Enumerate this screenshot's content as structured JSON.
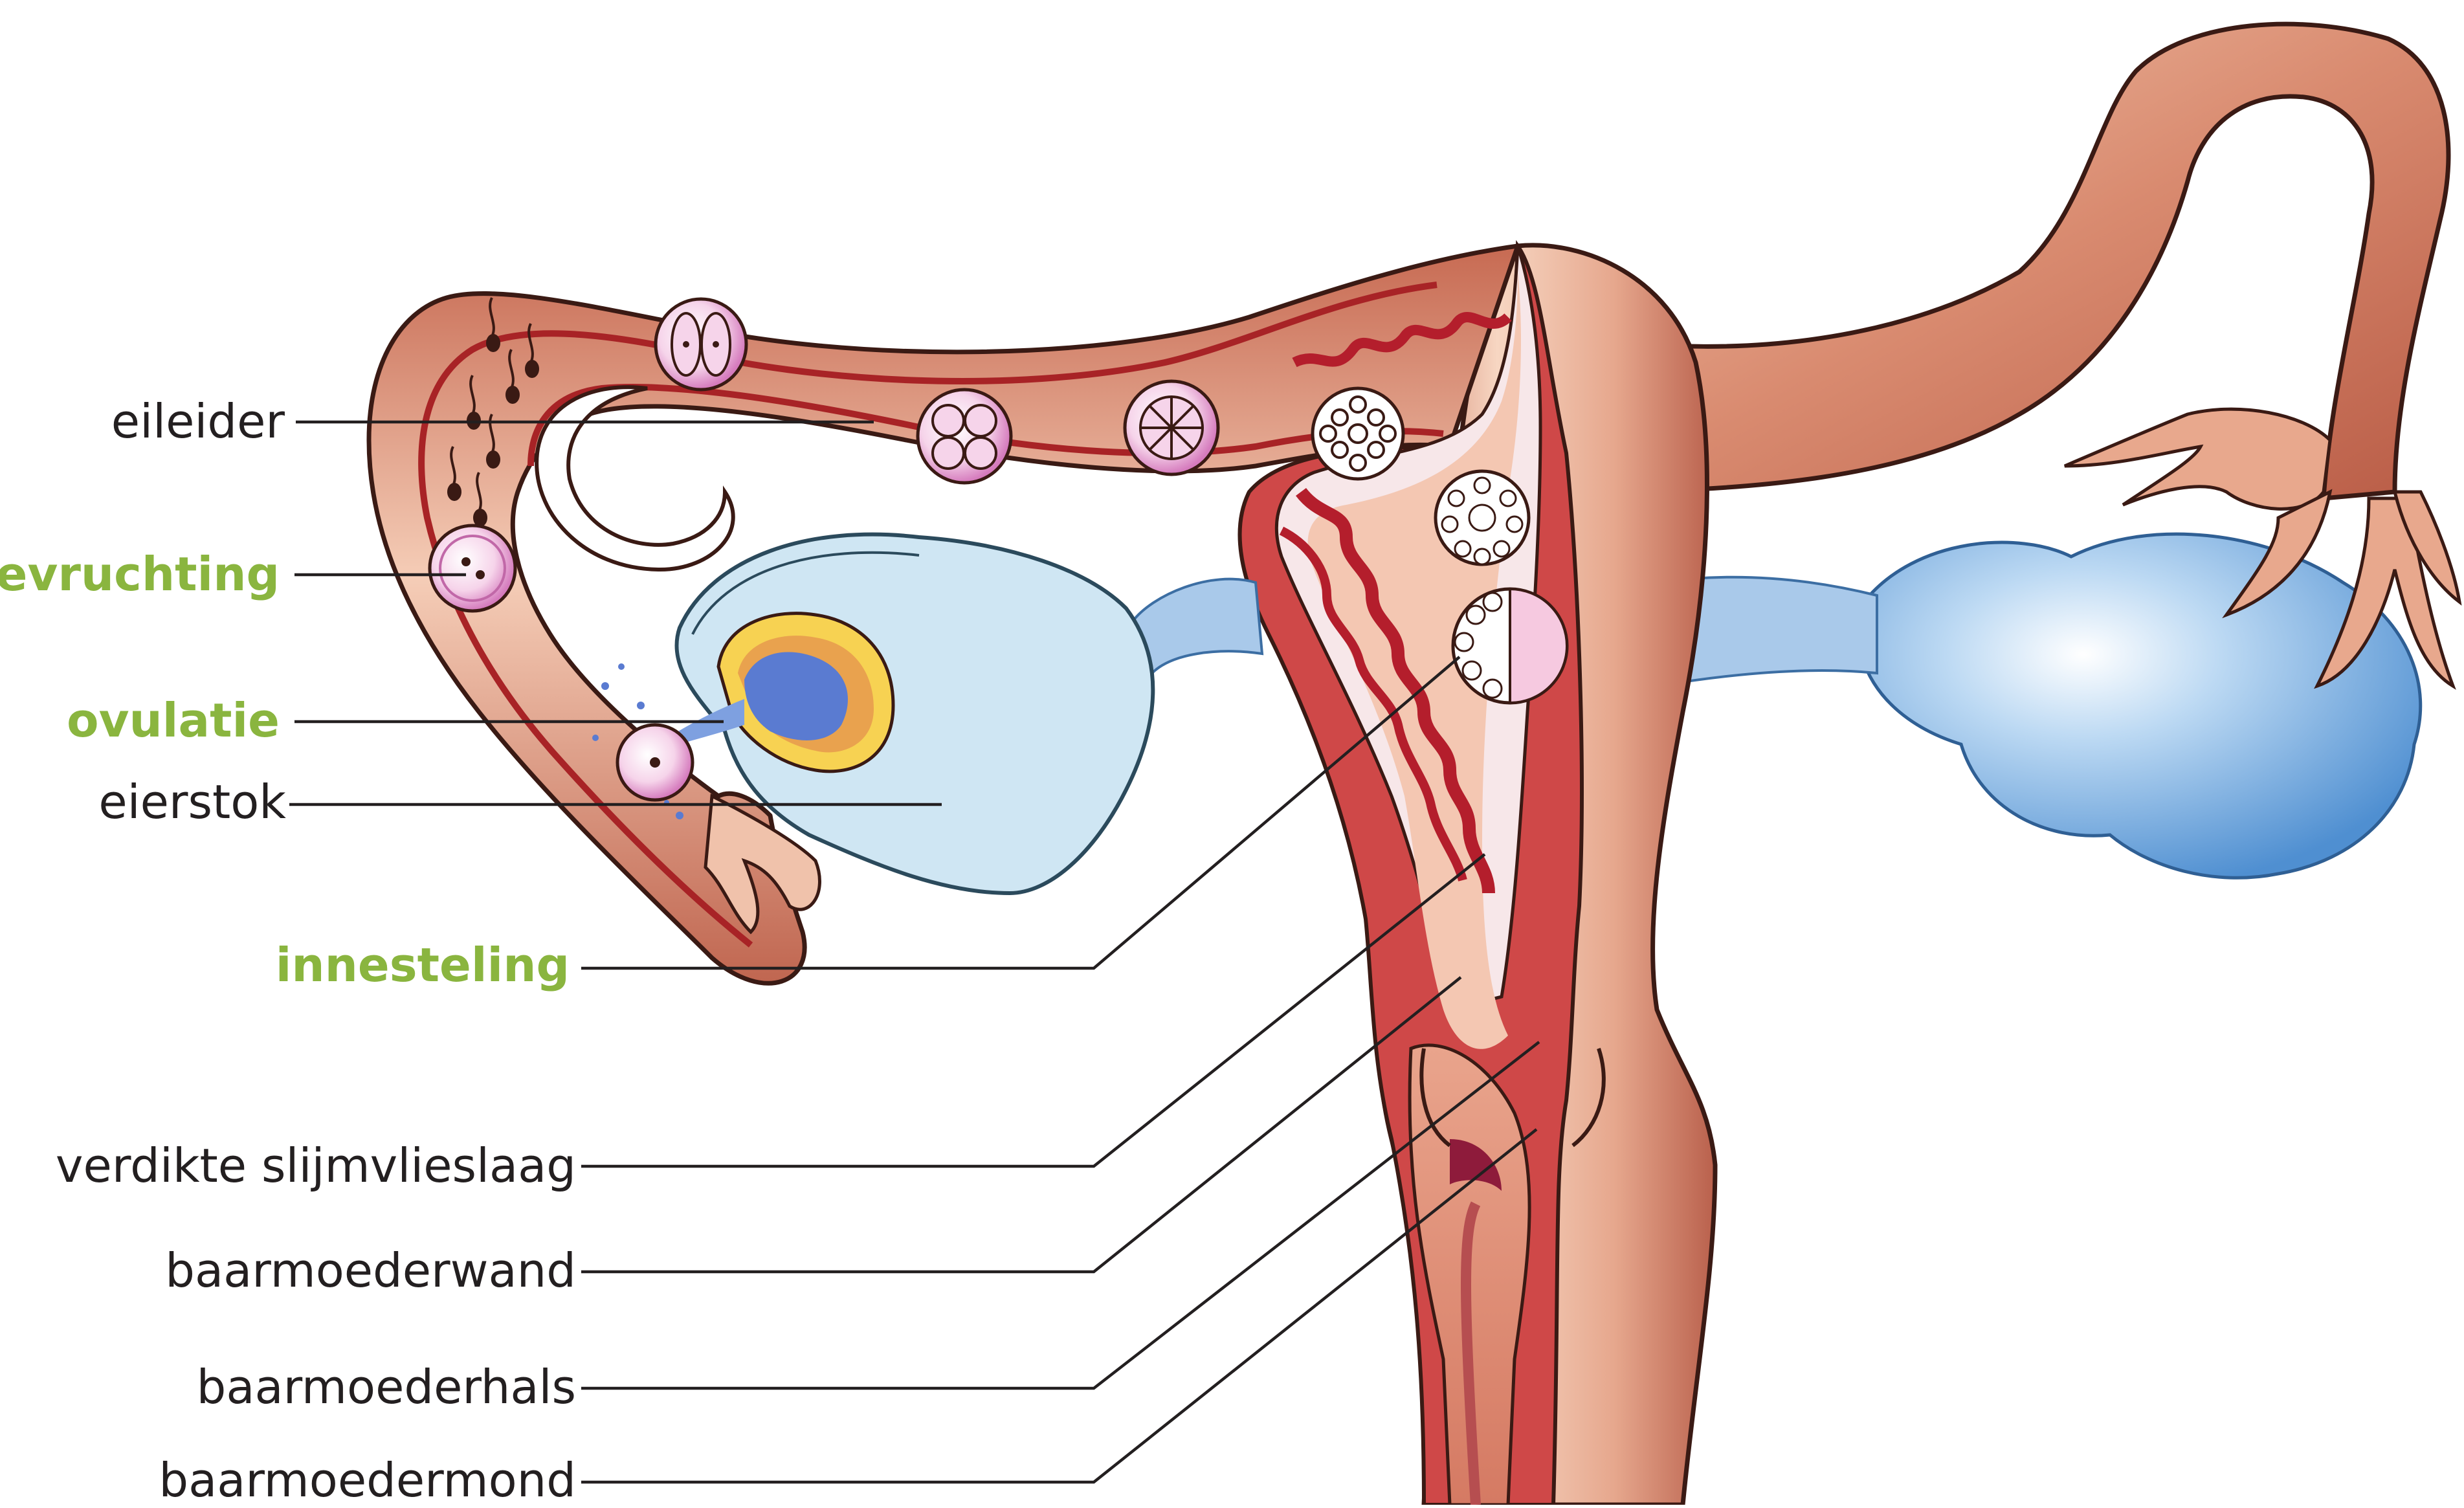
{
  "colors": {
    "highlight_label": "#8ab53f",
    "plain_label": "#231f20",
    "tissue": "#e29a80",
    "muscle": "#cf4848",
    "lining": "#b41e2c",
    "ovary": "#7fb6e6",
    "ovum": "#e7a0cf"
  },
  "labels": {
    "eileider": "eileider",
    "bevruchting": "bevruchting",
    "ovulatie": "ovulatie",
    "eierstok": "eierstok",
    "innesteling": "innesteling",
    "verdikte_slijmvlieslaag": "verdikte slijmvlieslaag",
    "baarmoederwand": "baarmoederwand",
    "baarmoederhals": "baarmoederhals",
    "baarmoedermond": "baarmoedermond"
  },
  "icons": {
    "zygote": "fertilized-egg-icon",
    "two_cell": "two-cell-embryo-icon",
    "four_cell": "four-cell-embryo-icon",
    "eight_cell": "eight-cell-embryo-icon",
    "morula": "morula-icon",
    "blastocyst": "blastocyst-icon",
    "sperm": "sperm-cell-icon"
  }
}
